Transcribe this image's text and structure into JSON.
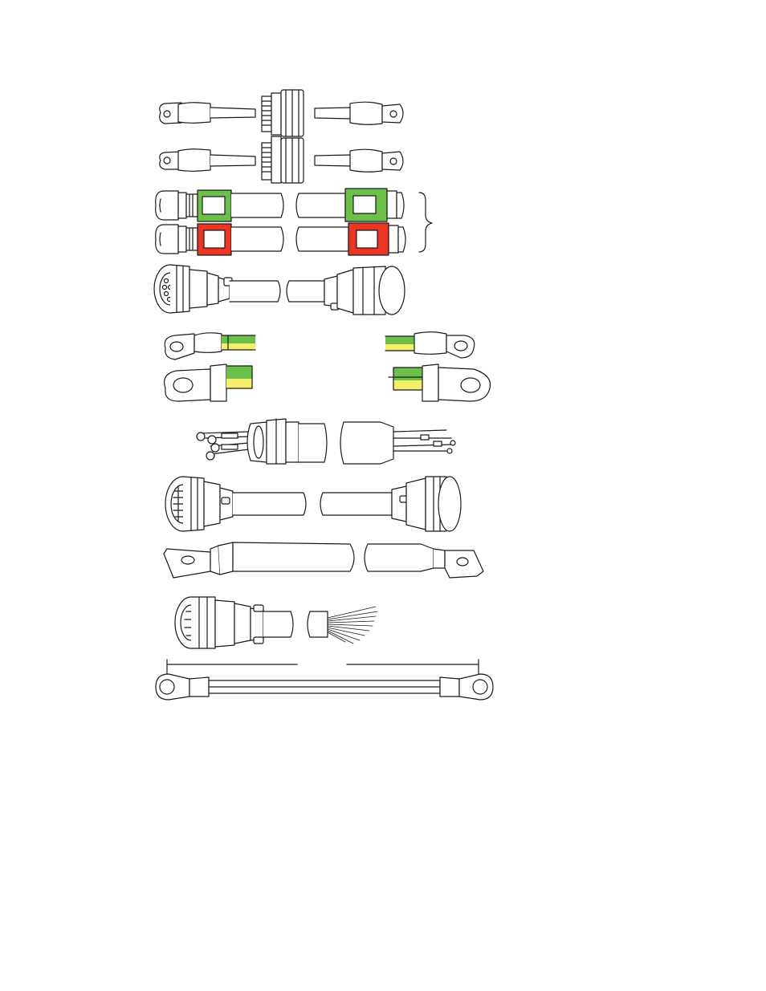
{
  "diagram": {
    "colors": {
      "line": "#1a1a1a",
      "fill": "#ffffff",
      "green": "#6cc04a",
      "red": "#ee3524",
      "yellow": "#f4ef6a"
    },
    "cables": [
      {
        "id": "eyelet-cable-bulkhead-1"
      },
      {
        "id": "eyelet-cable-bulkhead-2"
      },
      {
        "id": "green-marked-cable"
      },
      {
        "id": "red-marked-cable"
      },
      {
        "id": "circular-connector-cable-1"
      },
      {
        "id": "ground-lug-small"
      },
      {
        "id": "ground-lug-large"
      },
      {
        "id": "pin-harness-cable"
      },
      {
        "id": "circular-connector-cable-2"
      },
      {
        "id": "flat-lug-battery-cable"
      },
      {
        "id": "connector-pigtail-cable"
      },
      {
        "id": "ring-terminal-strap"
      }
    ]
  }
}
